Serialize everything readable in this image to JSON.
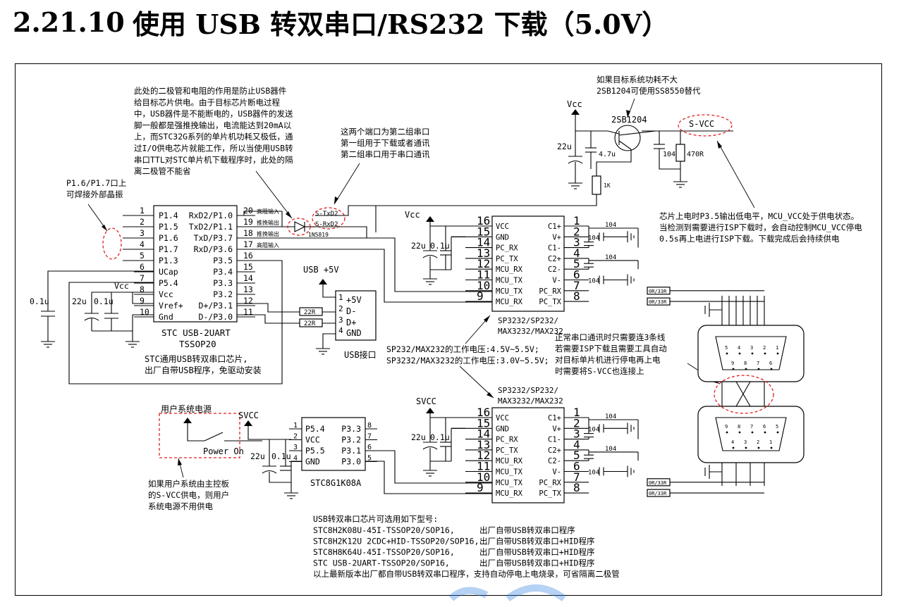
{
  "heading": {
    "number": "2.21.10",
    "title": "使用 USB 转双串口/RS232 下载（5.0V）"
  },
  "colors": {
    "red_note": "#e02020",
    "blue_note": "#0000cc",
    "watermark": "#2f7fe0"
  },
  "notes": {
    "diode": [
      "此处的二极管和电阻的作用是防止USB器件",
      "给目标芯片供电。由于目标芯片断电过程",
      "中，USB器件是不能断电的，USB器件的发送",
      "脚一般都是强推挽输出，电流能达到20mA以",
      "上，而STC32G系列的单片机功耗又极低，通",
      "过I/O供电芯片就能工作，所以当使用USB转",
      "串口TTL对STC单片机下载程序时，此处的隔",
      "离二极管不能省"
    ],
    "ports": [
      "这两个端口为第二组串口",
      "第一组用于下载或者通讯",
      "第二组串口用于串口通讯"
    ],
    "crystal": [
      "P1.6/P1.7口上",
      "可焊接外部晶振"
    ],
    "power_small": [
      "如果目标系统功耗不大",
      "2SB1204可使用SS8550替代"
    ],
    "chip_power": [
      "芯片上电时P3.5输出低电平，MCU_VCC处于供电状态。",
      "当检测到需要进行ISP下载时，会自动控制MCU_VCC停电",
      "0.5s再上电进行ISP下载。下载完成后会持续供电"
    ],
    "stc_red": [
      "STC通用USB转双串口芯片,",
      "出厂自带USB程序，免驱动安装"
    ],
    "voltage": [
      "SP232/MAX232的工作电压:4.5V~5.5V;",
      "SP3232/MAX3232的工作电压:3.0V~5.5V;"
    ],
    "three_wire": [
      "正常串口通讯时只需要连3条线",
      "若需要ISP下载且需要工具自动",
      "对目标单片机进行停电再上电",
      "时需要将S-VCC也连接上"
    ],
    "user_power": [
      "如果用户系统由主控板",
      "的S-VCC供电，则用户",
      "系统电源不用供电"
    ],
    "user_power_label": "用户系统电源",
    "power_on": "Power On",
    "blue_title": "USB转双串口芯片可选用如下型号:",
    "blue_models": [
      {
        "model": "STC8H2K08U-45I-TSSOP20/SOP16,",
        "desc": "出厂自带USB转双串口程序"
      },
      {
        "model": "STC8H2K12U 2CDC+HID-TSSOP20/SOP16,",
        "desc": "出厂自带USB转双串口+HID程序"
      },
      {
        "model": "STC8H8K64U-45I-TSSOP20/SOP16,",
        "desc": "出厂自带USB转双串口+HID程序"
      },
      {
        "model": "STC USB-2UART-TSSOP20/SOP16,",
        "desc": "出厂自带USB转双串口+HID程序"
      }
    ],
    "blue_footer": "以上最新版本出厂都自带USB转双串口程序，支持自动停电上电烧录，可省隔离二极管"
  },
  "stc_chip": {
    "name": "STC USB-2UART",
    "package": "TSSOP20",
    "left_pins": [
      {
        "num": "1",
        "name": "P1.4"
      },
      {
        "num": "2",
        "name": "P1.5"
      },
      {
        "num": "3",
        "name": "P1.6"
      },
      {
        "num": "4",
        "name": "P1.7"
      },
      {
        "num": "5",
        "name": "P1.3"
      },
      {
        "num": "6",
        "name": "UCap"
      },
      {
        "num": "7",
        "name": "P5.4"
      },
      {
        "num": "8",
        "name": "Vcc"
      },
      {
        "num": "9",
        "name": "Vref+"
      },
      {
        "num": "10",
        "name": "Gnd"
      }
    ],
    "right_pins": [
      {
        "num": "20",
        "name": "RxD2/P1.0"
      },
      {
        "num": "19",
        "name": "TxD2/P1.1"
      },
      {
        "num": "18",
        "name": "TxD/P3.7"
      },
      {
        "num": "17",
        "name": "RxD/P3.6"
      },
      {
        "num": "16",
        "name": "P3.5"
      },
      {
        "num": "15",
        "name": "P3.4"
      },
      {
        "num": "14",
        "name": "P3.3"
      },
      {
        "num": "13",
        "name": "P3.2"
      },
      {
        "num": "12",
        "name": "D+/P3.1"
      },
      {
        "num": "11",
        "name": "D-/P3.0"
      }
    ],
    "pin_tags": [
      "高阻输入",
      "推挽输出",
      "推挽输出",
      "高阻输入"
    ]
  },
  "usb": {
    "label": "USB +5V",
    "connector": "USB接口",
    "pins": [
      "+5V",
      "D-",
      "D+",
      "GND"
    ],
    "resistor": "22R"
  },
  "sp3232": {
    "title": [
      "SP3232/SP232/",
      "MAX3232/MAX232"
    ],
    "left_pins": [
      {
        "num": "16",
        "name": "VCC"
      },
      {
        "num": "15",
        "name": "GND"
      },
      {
        "num": "14",
        "name": "PC_RX"
      },
      {
        "num": "13",
        "name": "PC_TX"
      },
      {
        "num": "12",
        "name": "MCU_RX"
      },
      {
        "num": "11",
        "name": "MCU_TX"
      },
      {
        "num": "10",
        "name": "MCU_TX"
      },
      {
        "num": "9",
        "name": "MCU_RX"
      }
    ],
    "right_pins": [
      {
        "num": "1",
        "name": "C1+"
      },
      {
        "num": "2",
        "name": "V+"
      },
      {
        "num": "3",
        "name": "C1-"
      },
      {
        "num": "4",
        "name": "C2+"
      },
      {
        "num": "5",
        "name": "C2-"
      },
      {
        "num": "6",
        "name": "V-"
      },
      {
        "num": "7",
        "name": "PC_RX"
      },
      {
        "num": "8",
        "name": "PC_TX"
      }
    ],
    "cap": "104",
    "series_res": "0R/33R"
  },
  "stc8g": {
    "name": "STC8G1K08A",
    "left_pins": [
      {
        "num": "1",
        "name": "P5.4"
      },
      {
        "num": "2",
        "name": "VCC"
      },
      {
        "num": "3",
        "name": "P5.5"
      },
      {
        "num": "4",
        "name": "GND"
      }
    ],
    "right_pins": [
      {
        "num": "8",
        "name": "P3.3"
      },
      {
        "num": "7",
        "name": "P3.2"
      },
      {
        "num": "6",
        "name": "P3.1"
      },
      {
        "num": "5",
        "name": "P3.0"
      }
    ]
  },
  "labels": {
    "vcc": "Vcc",
    "svcc": "SVCC",
    "s_vcc": "S-VCC",
    "cap_22u": "22u",
    "cap_01u": "0.1u",
    "cap_47u": "4.7u",
    "cap_104": "104",
    "res_470r": "470R",
    "res_1k": "1K",
    "transistor": "2SB1204",
    "diode": "1N5819",
    "s_txd2": "S-TxD2",
    "s_rxd2": "S-RxD2",
    "db9_top": [
      "5",
      "4",
      "3",
      "2",
      "1",
      "9",
      "8",
      "7",
      "6"
    ],
    "db9_bottom": [
      "9",
      "8",
      "7",
      "6",
      "5",
      "4",
      "3",
      "2",
      "1"
    ]
  }
}
